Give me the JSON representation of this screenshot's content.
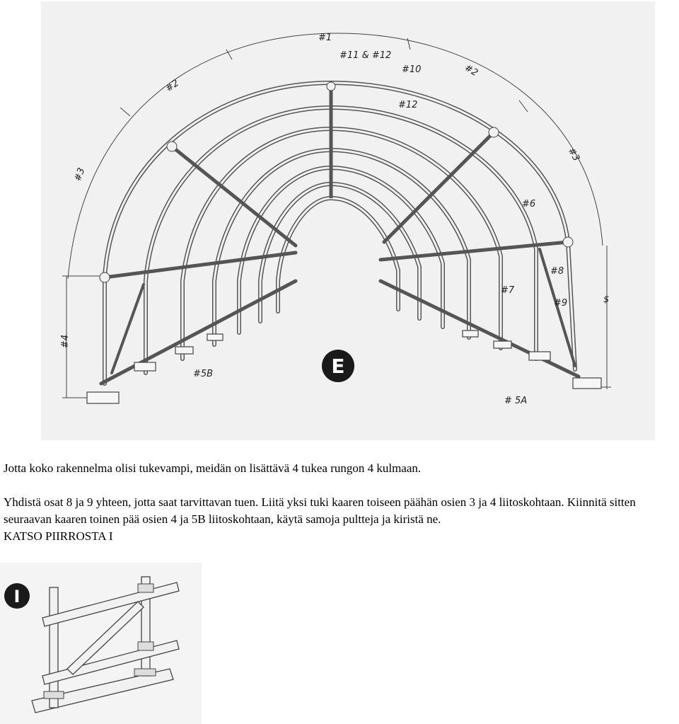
{
  "figure_e": {
    "badge": "E",
    "labels": {
      "n1": "#1",
      "n2_left": "#2",
      "n2_right": "#2",
      "n3_left": "#3",
      "n3_right": "#3",
      "n4": "#4",
      "n5a": "# 5A",
      "n5b": "#5B",
      "n6": "#6",
      "n7": "#7",
      "n8": "#8",
      "n9": "#9",
      "n10": "#10",
      "n11_12": "#11 & #12",
      "n12": "#12",
      "dollar": "$"
    }
  },
  "text": {
    "p1": "Jotta koko rakennelma olisi tukevampi, meidän on lisättävä 4 tukea rungon 4 kulmaan.",
    "p2": "Yhdistä osat 8 ja 9 yhteen, jotta saat tarvittavan tuen. Liitä yksi tuki kaaren toiseen päähän osien 3 ja 4 liitoskohtaan. Kiinnitä sitten seuraavan kaaren toinen pää osien 4 ja 5B liitoskohtaan, käytä samoja pultteja ja kiristä ne.",
    "p3": "KATSO PIIRROSTA I"
  },
  "figure_i": {
    "badge": "I"
  }
}
